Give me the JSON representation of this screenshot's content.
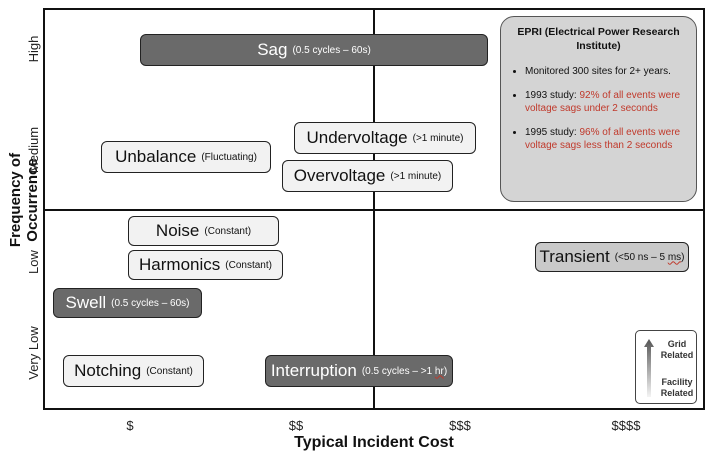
{
  "axes": {
    "y_title": "Frequency of Occurrence",
    "x_title": "Typical Incident Cost",
    "y_ticks": [
      "High",
      "Medium",
      "Low",
      "Very Low"
    ],
    "x_ticks": [
      "$",
      "$$",
      "$$$",
      "$$$$"
    ]
  },
  "events": {
    "sag": {
      "name": "Sag",
      "detail": "(0.5 cycles – 60s)"
    },
    "undervoltage": {
      "name": "Undervoltage",
      "detail": "(>1 minute)"
    },
    "unbalance": {
      "name": "Unbalance",
      "detail": "(Fluctuating)"
    },
    "overvoltage": {
      "name": "Overvoltage",
      "detail": "(>1 minute)"
    },
    "noise": {
      "name": "Noise",
      "detail": "(Constant)"
    },
    "harmonics": {
      "name": "Harmonics",
      "detail": "(Constant)"
    },
    "transient": {
      "name": "Transient",
      "detail_pre": "(<50 ns – 5 ",
      "detail_u": "ms",
      "detail_post": ")"
    },
    "swell": {
      "name": "Swell",
      "detail": "(0.5 cycles – 60s)"
    },
    "notching": {
      "name": "Notching",
      "detail": "(Constant)"
    },
    "interruption": {
      "name": "Interruption",
      "detail_pre": "(0.5 cycles – >1 ",
      "detail_u": "hr",
      "detail_post": ")"
    }
  },
  "epri": {
    "title": "EPRI (Electrical Power Research Institute)",
    "b1": "Monitored 300 sites for 2+ years.",
    "b2_pre": "1993 study: ",
    "b2_red": "92% of all events were voltage sags under 2 seconds",
    "b3_pre": "1995 study: ",
    "b3_red": "96% of all events were voltage sags less than 2 seconds"
  },
  "legend": {
    "top": "Grid Related",
    "bottom": "Facility Related"
  }
}
